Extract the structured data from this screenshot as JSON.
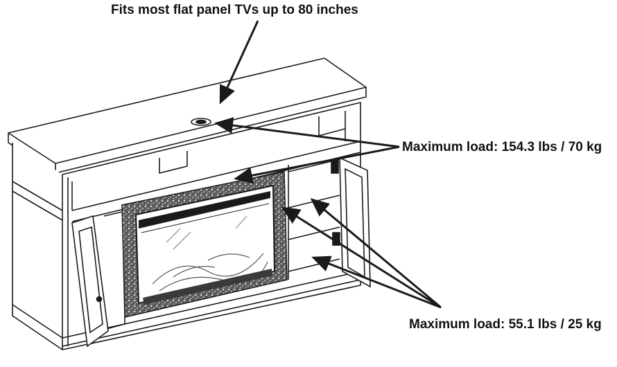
{
  "annotations": {
    "tv_fit": "Fits most flat panel TVs up to 80 inches",
    "top_load": "Maximum load: 154.3 lbs / 70 kg",
    "shelf_load": "Maximum load: 55.1 lbs / 25 kg"
  },
  "colors": {
    "line": "#1a1a1a",
    "background": "#ffffff"
  }
}
